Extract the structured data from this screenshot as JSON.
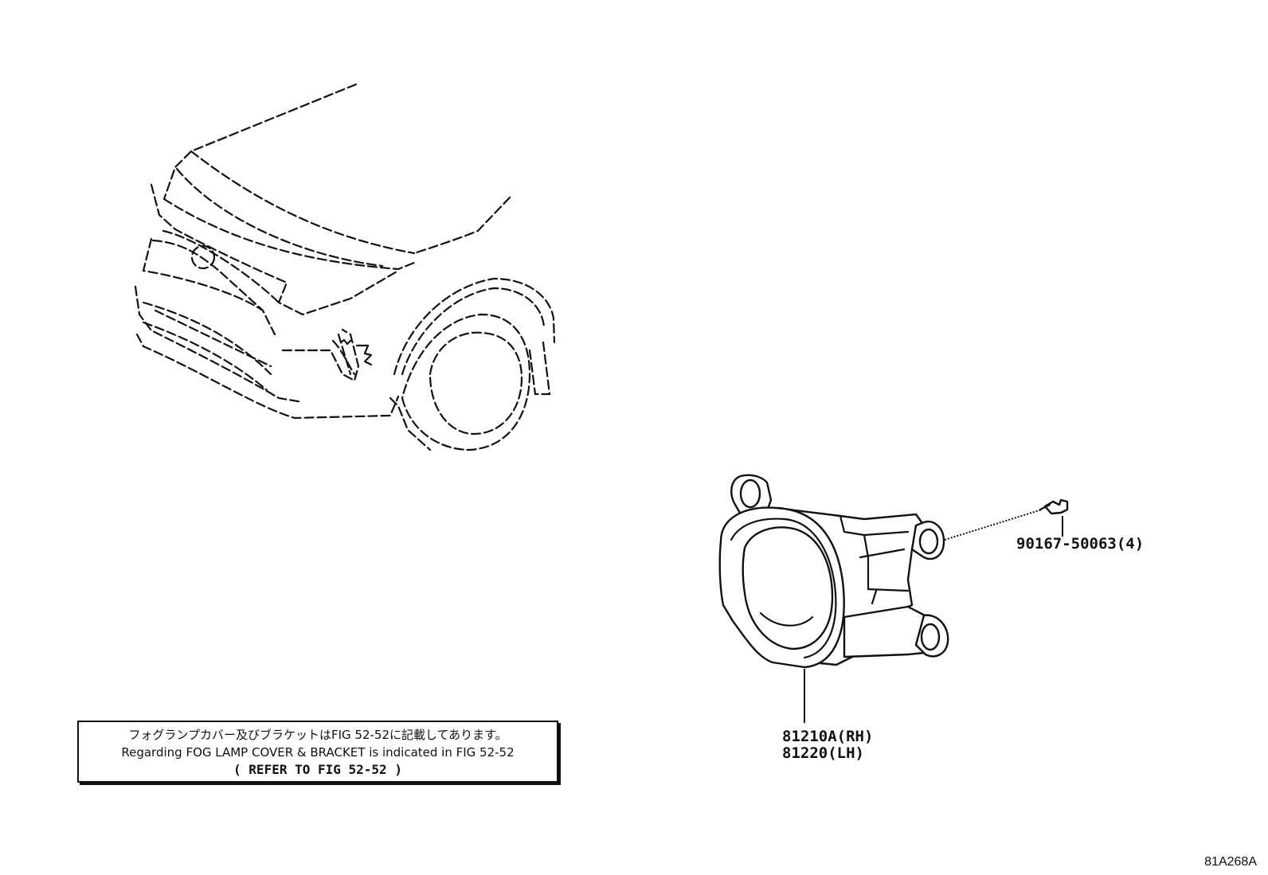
{
  "diagram": {
    "callouts": [
      {
        "id": "fog-lamp-rh",
        "label": "81210A(RH)"
      },
      {
        "id": "fog-lamp-lh",
        "label": "81220(LH)"
      },
      {
        "id": "screw",
        "label": "90167-50063(4)"
      }
    ],
    "note": {
      "line_jp": "フォグランプカバー及びブラケットはFIG 52-52に記載してあります。",
      "line_en": "Regarding FOG LAMP COVER & BRACKET is indicated in FIG 52-52",
      "line_ref": "(  REFER TO FIG 52-52  )"
    },
    "diagram_id": "81A268A"
  }
}
